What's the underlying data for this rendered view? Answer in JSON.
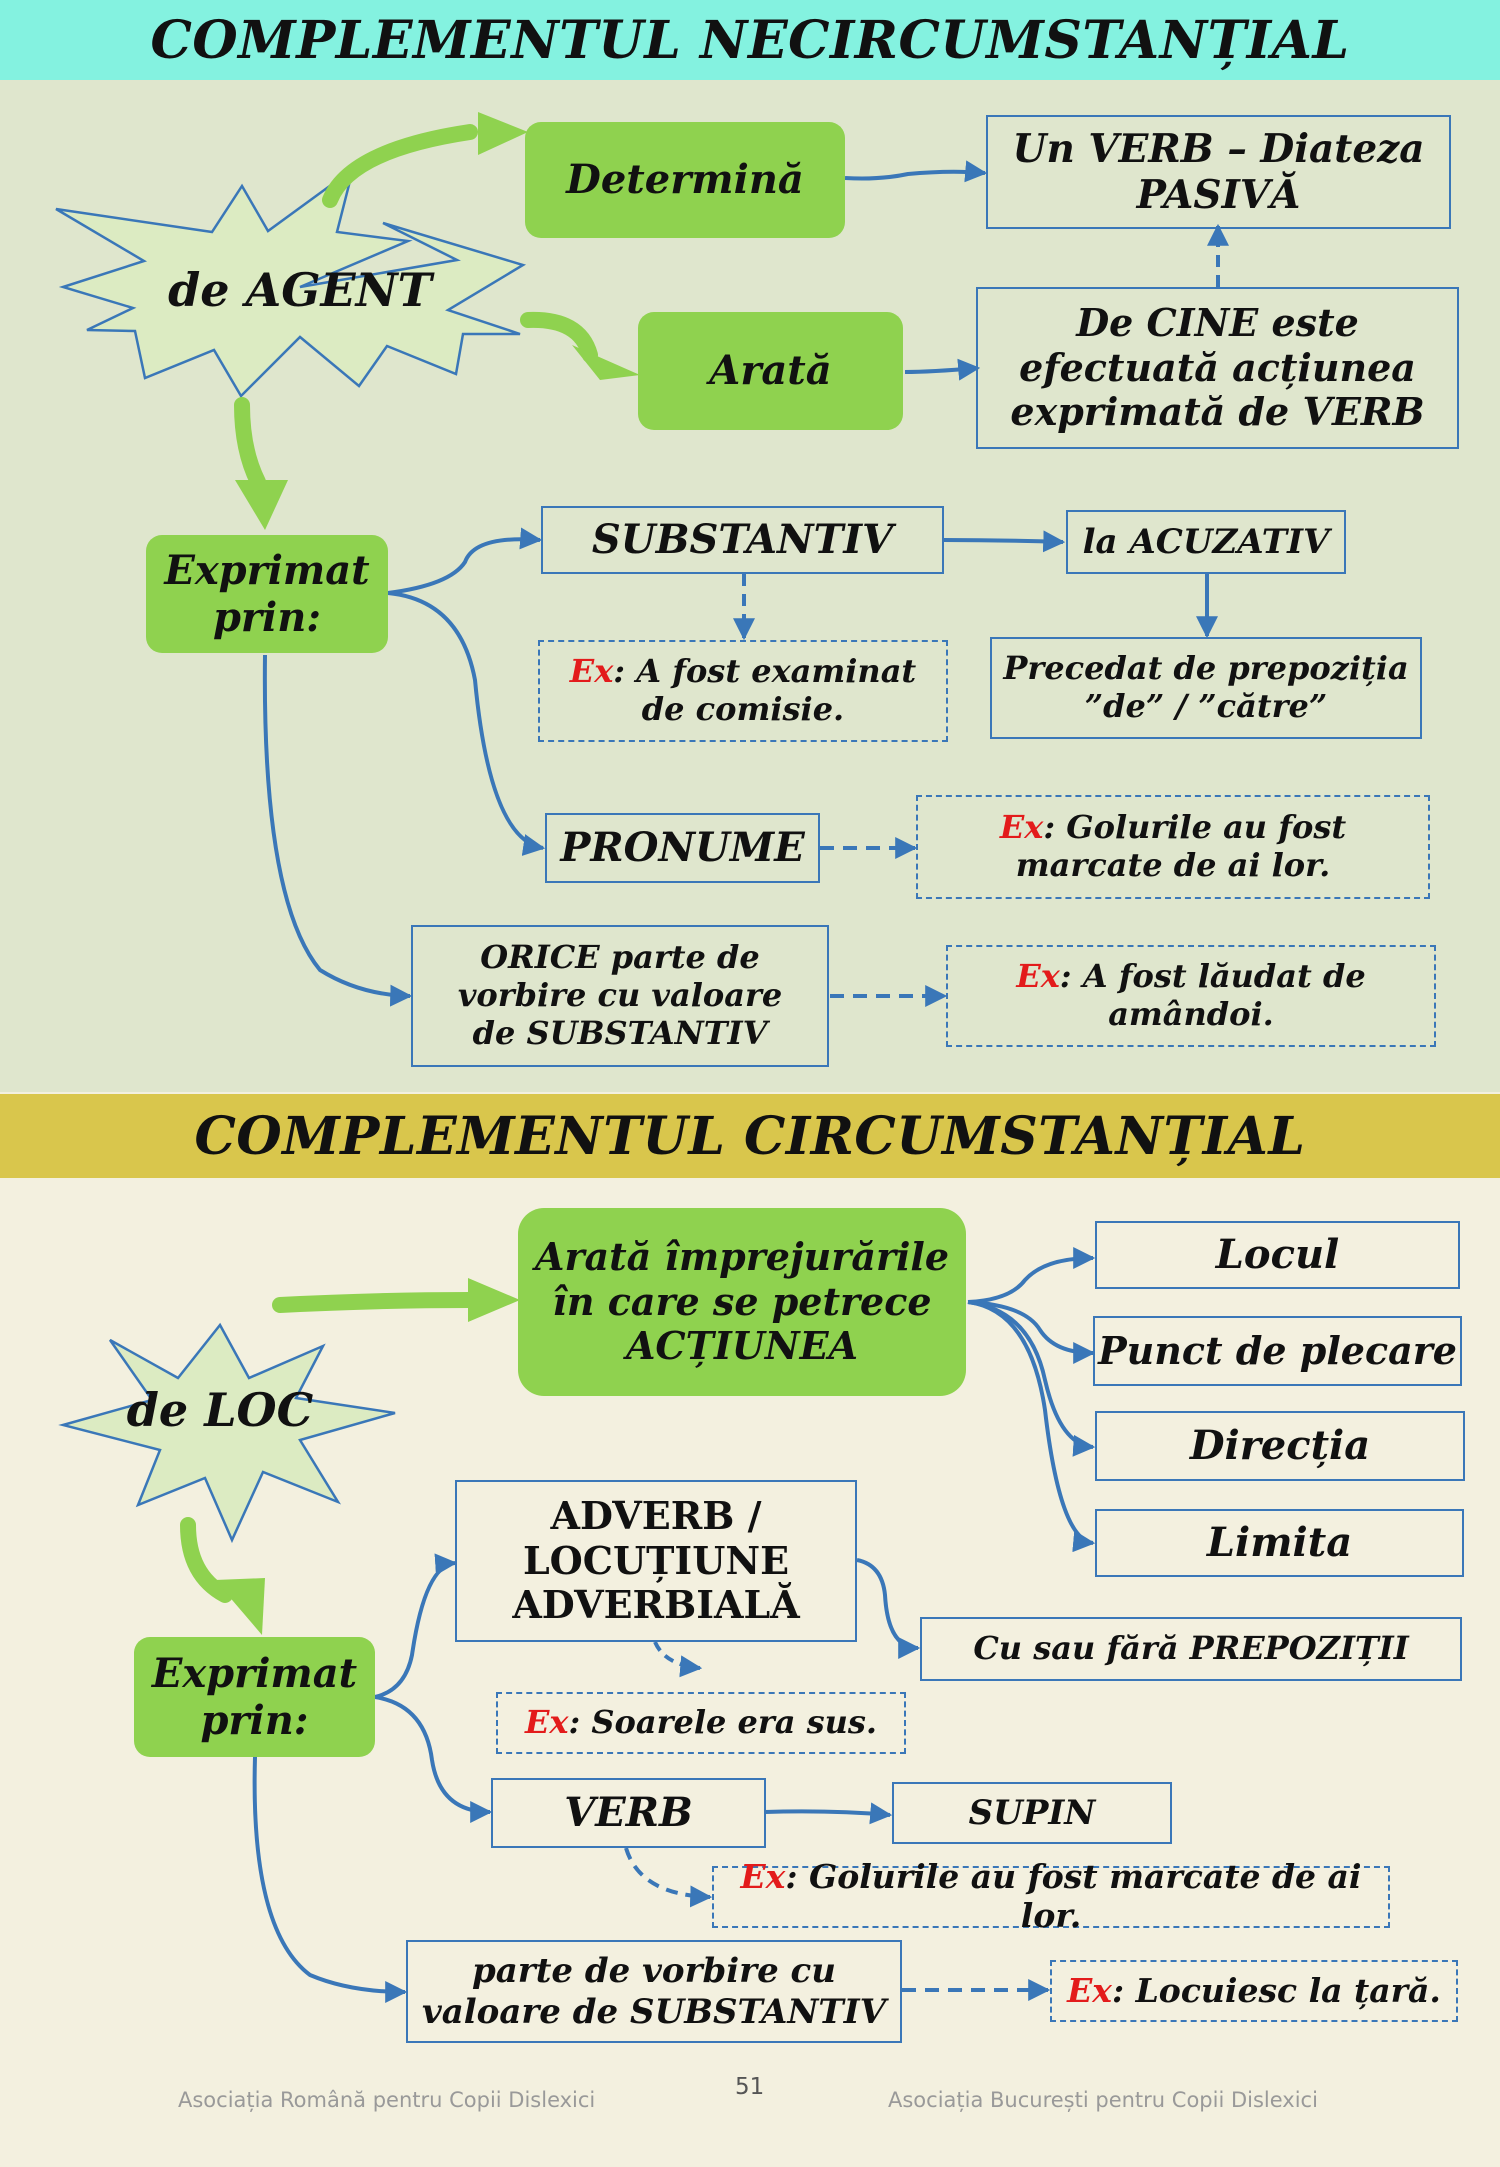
{
  "section1": {
    "title": "COMPLEMENTUL NECIRCUMSTANȚIAL",
    "star": "de AGENT",
    "determina": "Determină",
    "verb_pasiva": "Un VERB – Diateza PASIVĂ",
    "arata": "Arată",
    "de_cine": "De CINE este efectuată acțiunea exprimată de VERB",
    "exprimat": "Exprimat prin:",
    "substantiv": "SUBSTANTIV",
    "la_acuzativ": "la ACUZATIV",
    "ex_substantiv": ": A fost examinat de comisie.",
    "precedat": "Precedat de prepoziția ”de” / ”către”",
    "pronume": "PRONUME",
    "ex_pronume": ": Golurile au fost marcate de ai lor.",
    "orice": "ORICE parte de vorbire cu valoare de SUBSTANTIV",
    "ex_orice": ": A fost lăudat de amândoi."
  },
  "section2": {
    "title": "COMPLEMENTUL CIRCUMSTANȚIAL",
    "star": "de LOC",
    "arata": "Arată împrejurările în care se petrece ACȚIUNEA",
    "locul": "Locul",
    "punct": "Punct de plecare",
    "directia": "Direcția",
    "limita": "Limita",
    "exprimat": "Exprimat prin:",
    "adverb": "ADVERB / LOCUȚIUNE ADVERBIALĂ",
    "prepozitii": "Cu sau fără PREPOZIȚII",
    "ex_adverb": ": Soarele era sus.",
    "verb": "VERB",
    "supin": "SUPIN",
    "ex_verb": ": Golurile au fost marcate de ai lor.",
    "parte": "parte de vorbire cu valoare de SUBSTANTIV",
    "ex_parte": ": Locuiesc la țară."
  },
  "ex_label": "Ex",
  "footer": {
    "left": "Asociația Română pentru Copii Dislexici",
    "page": "51",
    "right": "Asociația București pentru Copii Dislexici"
  },
  "colors": {
    "band1": "#84f2e0",
    "area1": "#dfe6cd",
    "band2": "#d9c64c",
    "area2": "#f3f0df",
    "green": "#8fd24f",
    "blue": "#3a77b8",
    "star_fill": "#dcebc2",
    "ex_red": "#e31b1b"
  }
}
